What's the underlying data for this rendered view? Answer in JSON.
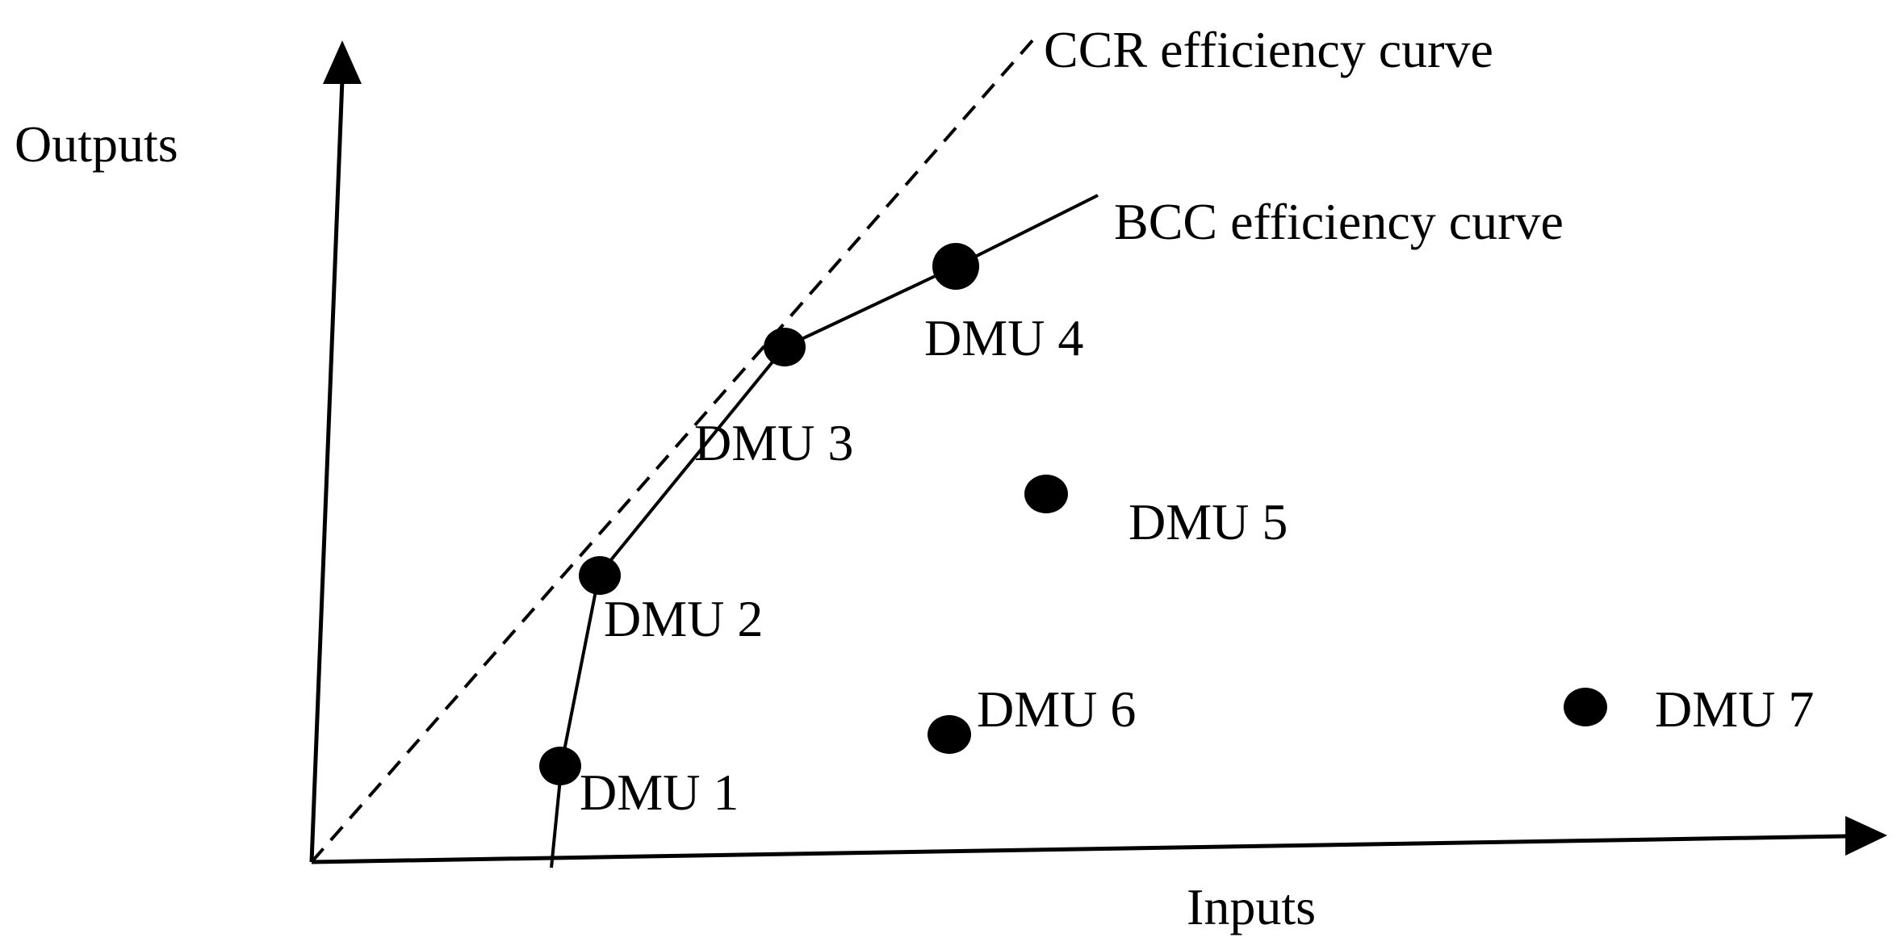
{
  "axes": {
    "y_label": "Outputs",
    "x_label": "Inputs"
  },
  "curves": {
    "ccr_label": "CCR efficiency curve",
    "bcc_label": "BCC efficiency curve"
  },
  "dmus": [
    {
      "id": "dmu-1",
      "label": "DMU 1"
    },
    {
      "id": "dmu-2",
      "label": "DMU 2"
    },
    {
      "id": "dmu-3",
      "label": "DMU 3"
    },
    {
      "id": "dmu-4",
      "label": "DMU 4"
    },
    {
      "id": "dmu-5",
      "label": "DMU 5"
    },
    {
      "id": "dmu-6",
      "label": "DMU 6"
    },
    {
      "id": "dmu-7",
      "label": "DMU 7"
    }
  ],
  "colors": {
    "ink": "#000000",
    "background": "#ffffff"
  }
}
